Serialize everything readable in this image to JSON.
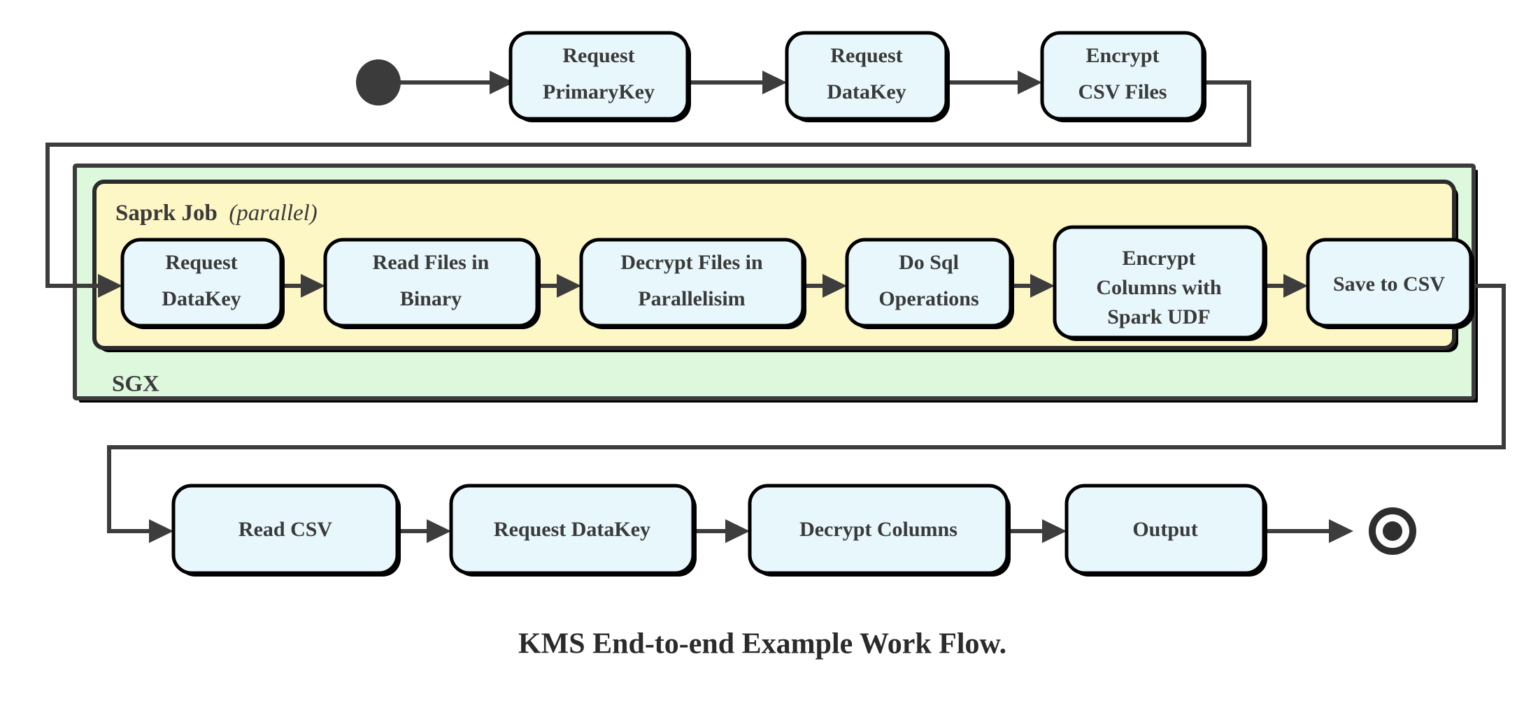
{
  "caption": "KMS End-to-end Example Work Flow.",
  "colors": {
    "node_fill": "#e7f7fb",
    "node_stroke": "#000000",
    "sgx_fill": "#ddf8dd",
    "spark_fill": "#fdf7c6",
    "edge": "#3d3d3d",
    "text": "#3a3a3a",
    "background": "#ffffff"
  },
  "containers": {
    "sgx": {
      "label": "SGX"
    },
    "spark": {
      "label": "Saprk Job",
      "modifier": "(parallel)"
    }
  },
  "markers": {
    "start": "start-node",
    "end": "end-node"
  },
  "rows": {
    "top": {
      "nodes": [
        {
          "id": "request-primarykey",
          "lines": [
            "Request",
            "PrimaryKey"
          ]
        },
        {
          "id": "request-datakey-top",
          "lines": [
            "Request",
            "DataKey"
          ]
        },
        {
          "id": "encrypt-csv-files",
          "lines": [
            "Encrypt",
            "CSV Files"
          ]
        }
      ]
    },
    "middle": {
      "nodes": [
        {
          "id": "request-datakey-mid",
          "lines": [
            "Request",
            "DataKey"
          ]
        },
        {
          "id": "read-files-in-binary",
          "lines": [
            "Read Files in",
            "Binary"
          ]
        },
        {
          "id": "decrypt-files-in-parallelisim",
          "lines": [
            "Decrypt Files in",
            "Parallelisim"
          ]
        },
        {
          "id": "do-sql-operations",
          "lines": [
            "Do Sql",
            "Operations"
          ]
        },
        {
          "id": "encrypt-columns-with-spark-udf",
          "lines": [
            "Encrypt",
            "Columns with",
            "Spark UDF"
          ]
        },
        {
          "id": "save-to-csv",
          "lines": [
            "Save to CSV"
          ]
        }
      ]
    },
    "bottom": {
      "nodes": [
        {
          "id": "read-csv",
          "lines": [
            "Read CSV"
          ]
        },
        {
          "id": "request-datakey-bottom",
          "lines": [
            "Request DataKey"
          ]
        },
        {
          "id": "decrypt-columns",
          "lines": [
            "Decrypt Columns"
          ]
        },
        {
          "id": "output",
          "lines": [
            "Output"
          ]
        }
      ]
    }
  }
}
